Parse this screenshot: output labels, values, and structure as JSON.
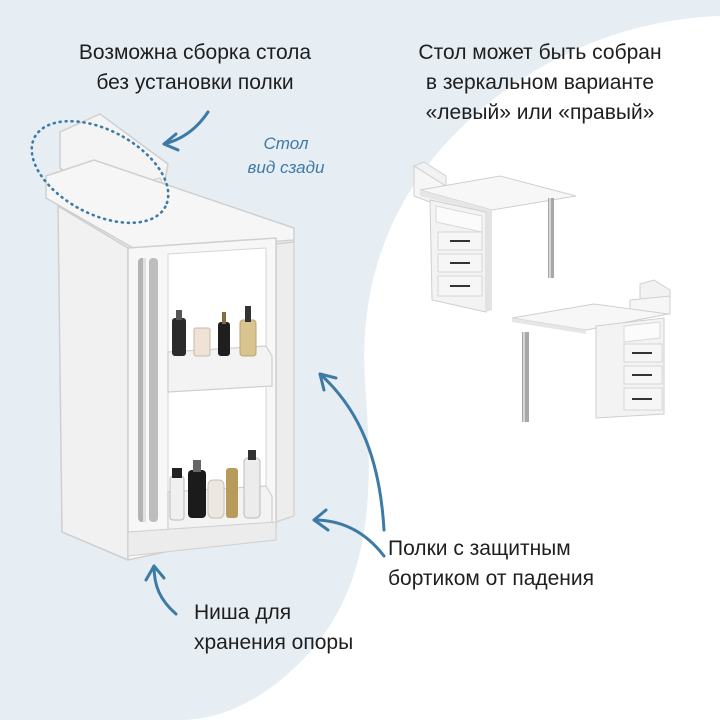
{
  "captions": {
    "top_left": [
      "Возможна сборка стола",
      "без установки полки"
    ],
    "top_right": [
      "Стол может быть собран",
      "в зеркальном варианте",
      "«левый» или «правый»"
    ],
    "rear_view": [
      "Стол",
      "вид сзади"
    ],
    "shelves": [
      "Полки с защитным",
      "бортиком от падения"
    ],
    "niche": [
      "Ниша для",
      "хранения опоры"
    ]
  },
  "colors": {
    "background_blob": "#e6eef4",
    "accent_arrow": "#3d7aa6",
    "furniture": "#f4f4f4",
    "furniture_edge": "#cfcfcf",
    "steel_leg": "#a8a8a8"
  }
}
